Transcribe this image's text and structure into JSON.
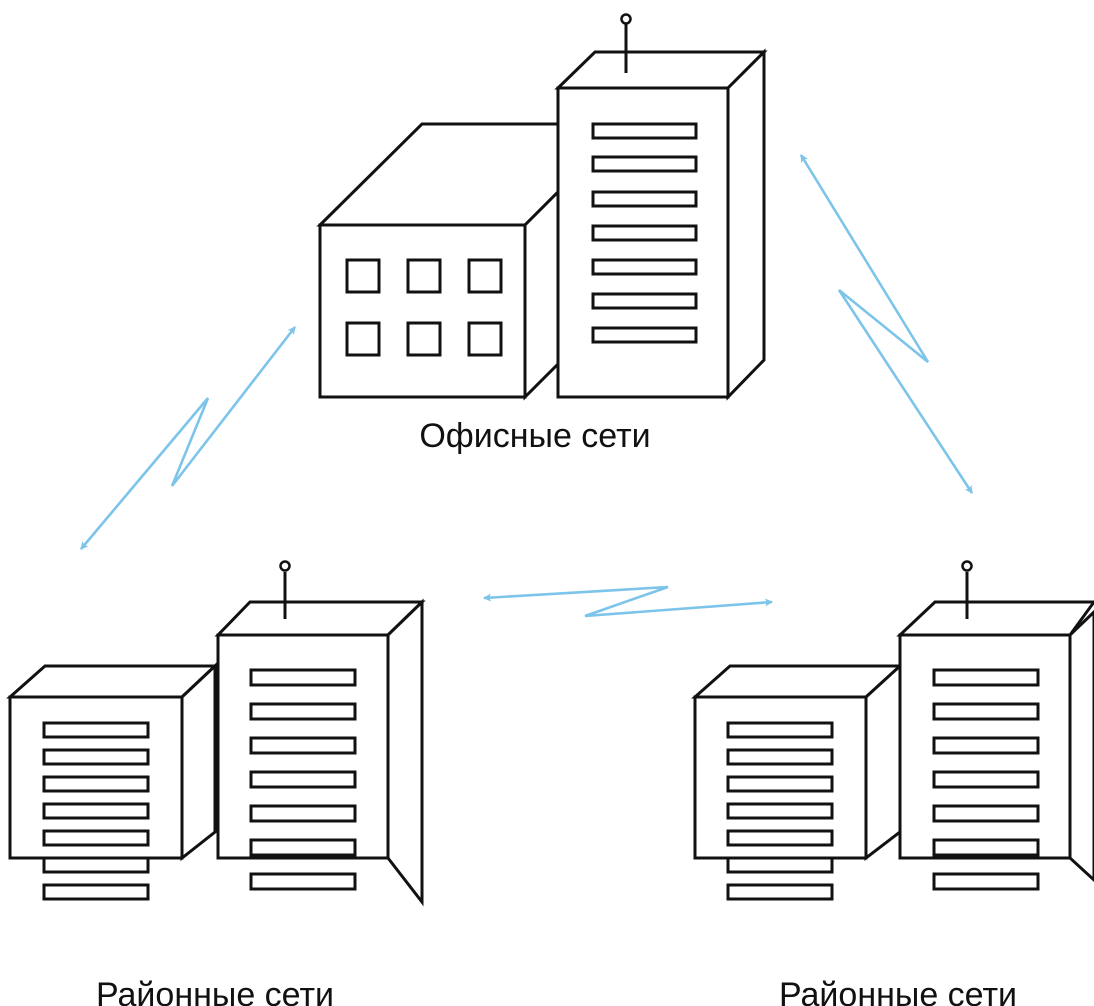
{
  "labels": {
    "office": "Офисные сети",
    "district_left": "Районные сети",
    "district_right": "Районные сети"
  },
  "colors": {
    "link": "#7cc4ea",
    "outline": "#111111",
    "background": "#ffffff"
  },
  "nodes": [
    {
      "id": "office",
      "kind": "office-buildings"
    },
    {
      "id": "district-left",
      "kind": "server-buildings"
    },
    {
      "id": "district-right",
      "kind": "server-buildings"
    }
  ],
  "links": [
    {
      "from": "office",
      "to": "district-left",
      "style": "lightning-double-arrow"
    },
    {
      "from": "office",
      "to": "district-right",
      "style": "lightning-double-arrow"
    },
    {
      "from": "district-left",
      "to": "district-right",
      "style": "lightning-double-arrow"
    }
  ]
}
